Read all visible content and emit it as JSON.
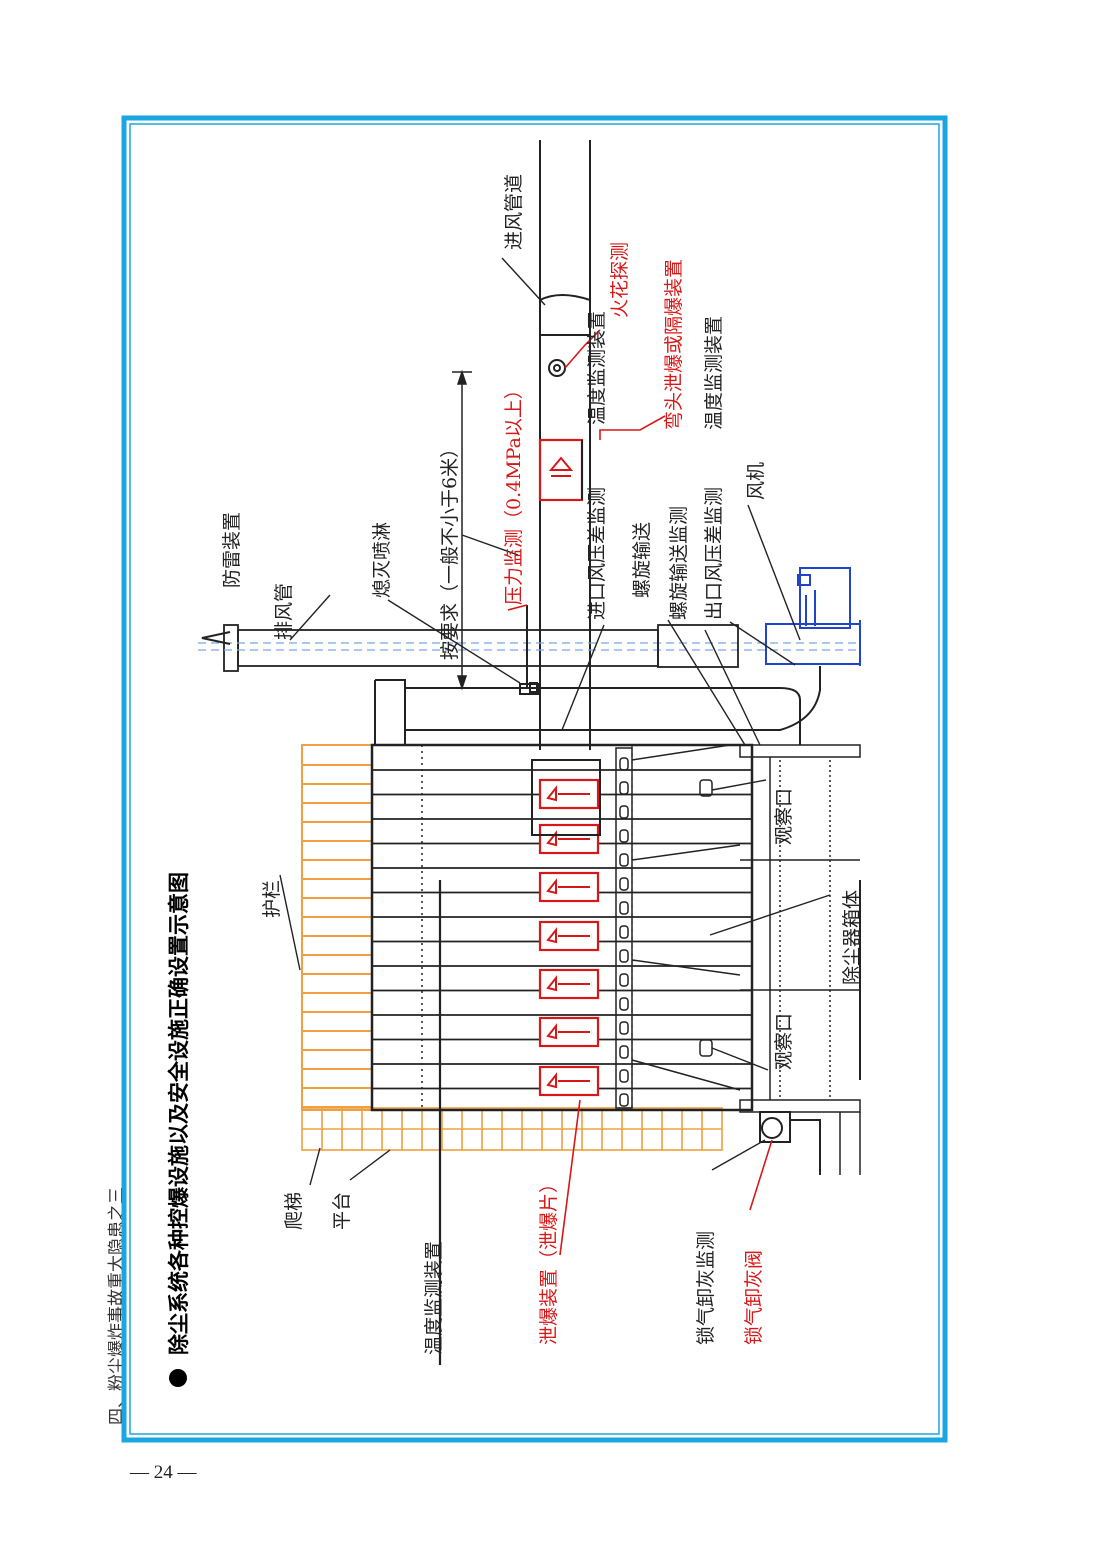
{
  "page": {
    "running_header": "四、粉尘爆炸事故重大隐患之三",
    "page_number": "— 24 —"
  },
  "diagram": {
    "title": "除尘系统各种控爆设施以及安全设施正确设置示意图",
    "labels": {
      "lightning": "防雷装置",
      "exhaust_pipe": "排风管",
      "spray": "熄灭喷淋",
      "height_req": "按要求（一般不小于6米）",
      "pressure": "压力监测（0.4MPa以上）",
      "inlet_dp": "进口风压差监测",
      "inlet_temp": "温度监测装置",
      "spark": "火花探测",
      "inlet_duct": "进风管道",
      "elbow_vent": "弯头泄爆或隔爆装置",
      "outlet_temp": "温度监测装置",
      "outlet_dp": "出口风压差监测",
      "fan": "风机",
      "screw": "螺旋输送",
      "screw_monitor": "螺旋输送监测",
      "observation1": "观察口",
      "body": "除尘器箱体",
      "observation2": "观察口",
      "guardrail": "护栏",
      "ladder": "爬梯",
      "platform": "平台",
      "box_temp": "温度监测装置",
      "vent_panel": "泄爆装置（泄爆片）",
      "ash_monitor": "锁气卸灰监测",
      "ash_valve": "锁气卸灰阀"
    }
  },
  "colors": {
    "frame": "#1aa6e0",
    "accent_red": "#d81818",
    "rail_orange": "#f0a040",
    "fan_blue": "#2244cc"
  }
}
